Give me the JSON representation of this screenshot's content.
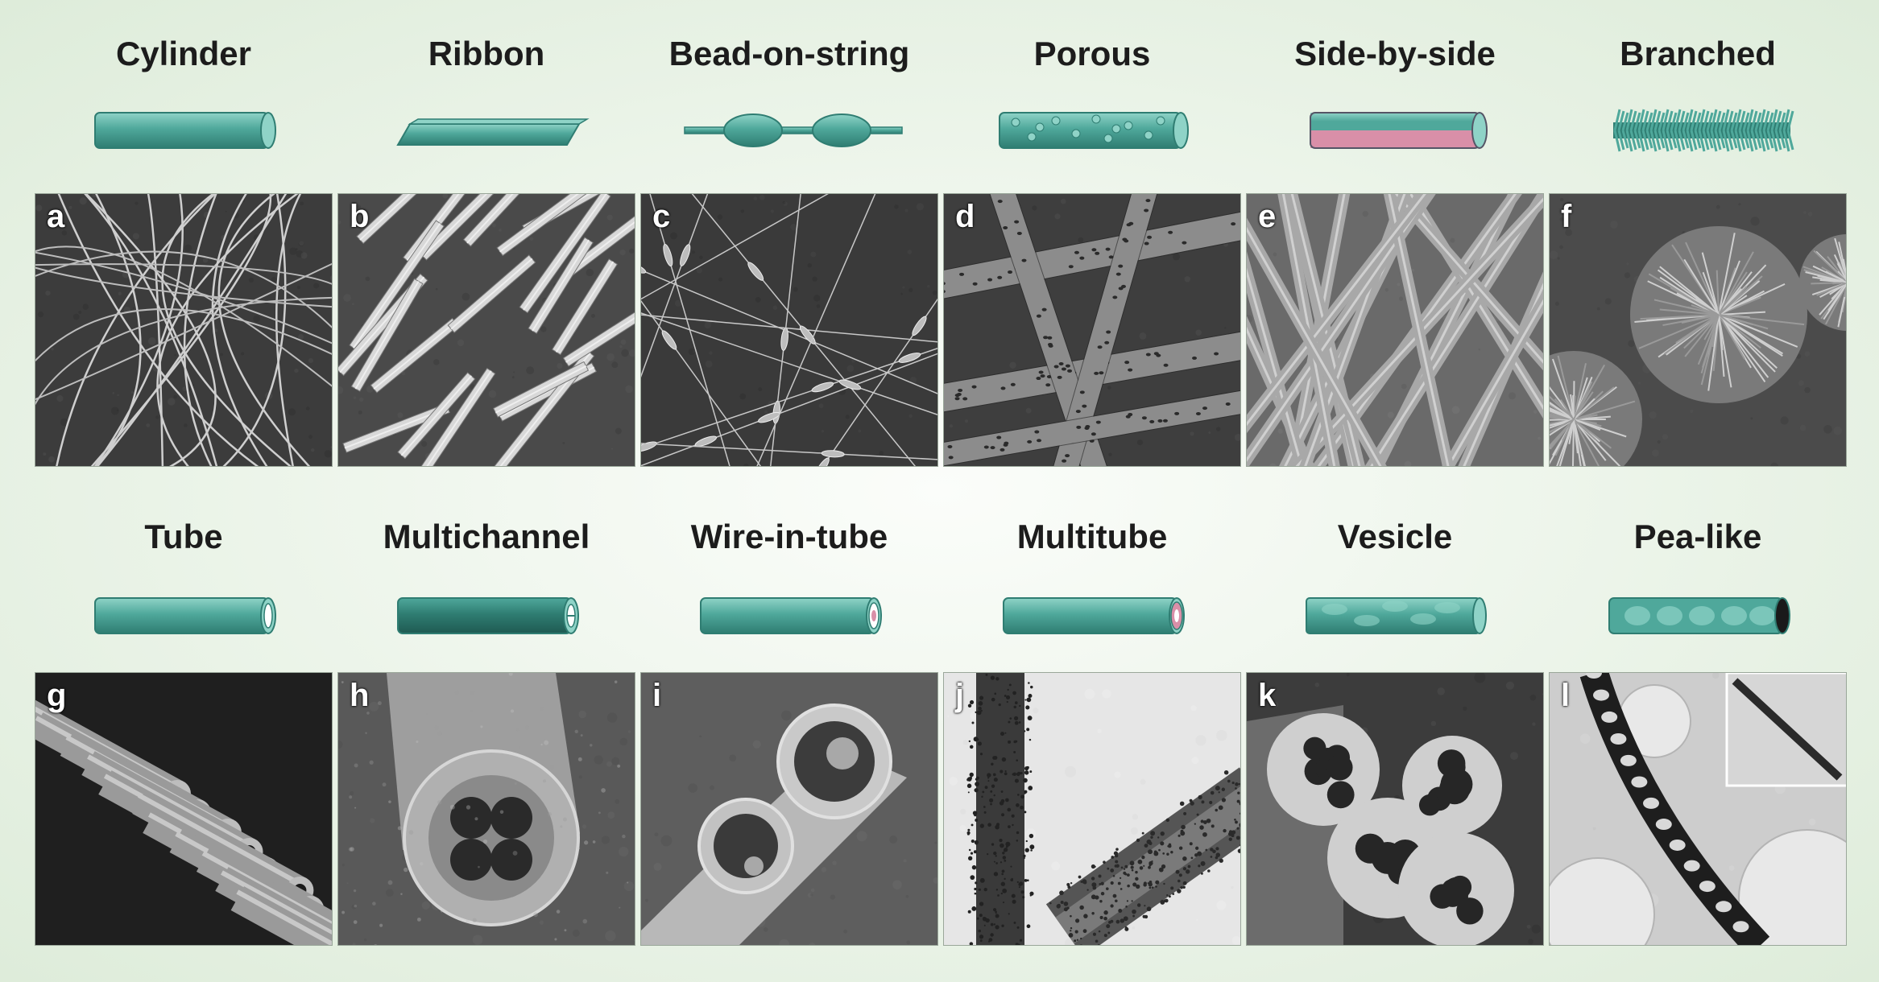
{
  "figure": {
    "colors": {
      "fiber": "#4fa89b",
      "fiber_dark": "#2f7d72",
      "fiber_light": "#8fd3c7",
      "pink": "#d98fa8",
      "sem_bg": "#4a4a4a",
      "tem_bg": "#e6e6e6"
    },
    "rows": [
      {
        "items": [
          {
            "title": "Cylinder",
            "label": "a",
            "icon": "cylinder-fiber-icon",
            "image": "sem-random-cylindrical-fibers"
          },
          {
            "title": "Ribbon",
            "label": "b",
            "icon": "ribbon-fiber-icon",
            "image": "sem-flat-ribbon-fibers"
          },
          {
            "title": "Bead-on-string",
            "label": "c",
            "icon": "bead-on-string-fiber-icon",
            "image": "sem-beaded-fibers"
          },
          {
            "title": "Porous",
            "label": "d",
            "icon": "porous-fiber-icon",
            "image": "sem-porous-fibers"
          },
          {
            "title": "Side-by-side",
            "label": "e",
            "icon": "side-by-side-fiber-icon",
            "image": "sem-side-by-side-fibers"
          },
          {
            "title": "Branched",
            "label": "f",
            "icon": "branched-fiber-icon",
            "image": "sem-branched-spheres"
          }
        ]
      },
      {
        "items": [
          {
            "title": "Tube",
            "label": "g",
            "icon": "tube-fiber-icon",
            "image": "sem-hollow-tubes"
          },
          {
            "title": "Multichannel",
            "label": "h",
            "icon": "multichannel-fiber-icon",
            "image": "sem-multichannel-tube"
          },
          {
            "title": "Wire-in-tube",
            "label": "i",
            "icon": "wire-in-tube-fiber-icon",
            "image": "sem-wire-in-tube"
          },
          {
            "title": "Multitube",
            "label": "j",
            "icon": "multitube-fiber-icon",
            "image": "tem-multitube-fibers"
          },
          {
            "title": "Vesicle",
            "label": "k",
            "icon": "vesicle-fiber-icon",
            "image": "sem-vesicle-fibers"
          },
          {
            "title": "Pea-like",
            "label": "l",
            "icon": "pea-like-fiber-icon",
            "image": "tem-pea-like-fiber"
          }
        ]
      }
    ]
  }
}
